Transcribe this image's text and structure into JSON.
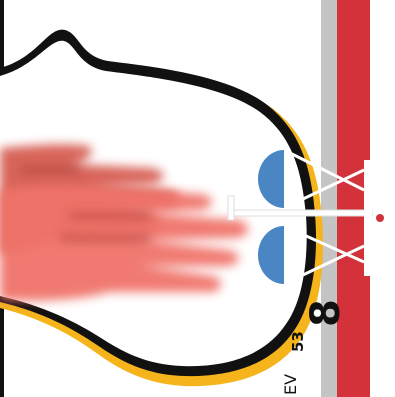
{
  "colors": {
    "background": "#ffffff",
    "outline": "#111111",
    "halo": "#f6b41c",
    "panel_red": "#d3323a",
    "panel_grey": "#c4c4c4",
    "bar_white": "#ffffff",
    "lens_blue": "#4a86c4",
    "hand_back": "#d4554a",
    "hand_front": "#f0736a",
    "indicator_dot": "#d3323a"
  },
  "hud": {
    "level_number": "8",
    "stage_code": "53",
    "ev_text": "EV"
  }
}
